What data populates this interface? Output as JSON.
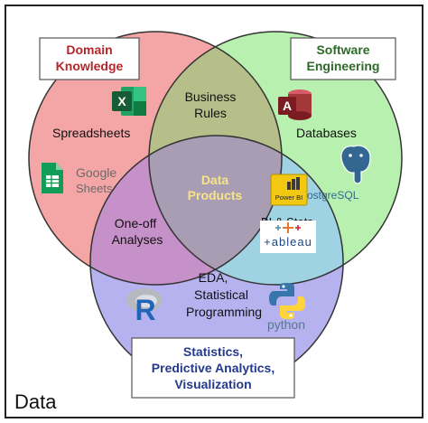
{
  "frame_label": "Data",
  "circles": {
    "domain": {
      "title_line1": "Domain",
      "title_line2": "Knowledge",
      "fill": "#f4a6a6",
      "title_color": "#b3262a"
    },
    "software": {
      "title_line1": "Software",
      "title_line2": "Engineering",
      "fill": "#b8f0b0",
      "title_color": "#2e6a2a"
    },
    "stats": {
      "title_line1": "Statistics,",
      "title_line2": "Predictive Analytics,",
      "title_line3": "Visualization",
      "fill": "#b6b2ef",
      "title_color": "#243a8a"
    }
  },
  "overlaps": {
    "domain_software": {
      "line1": "Business",
      "line2": "Rules",
      "fill": "#b6bf8a"
    },
    "domain_stats": {
      "line1": "One-off",
      "line2": "Analyses",
      "fill": "#c690c9"
    },
    "software_stats": {
      "line1": "BI & Stats",
      "fill": "#9fd3e4"
    },
    "center": {
      "line1": "Data",
      "line2": "Products",
      "fill": "#a89db2",
      "text_color": "#f7e48a"
    }
  },
  "regions": {
    "domain_only": {
      "tool1": "Spreadsheets",
      "tool2_line1": "Google",
      "tool2_line2": "Sheets"
    },
    "software_only": {
      "tool1": "Databases",
      "tool2_a": "Postgre",
      "tool2_b": "SQL"
    },
    "stats_only": {
      "line1": "EDA,",
      "line2": "Statistical",
      "line3": "Programming",
      "tool_python": "python",
      "tool_r": "R"
    }
  },
  "logos": {
    "excel_letter": "X",
    "access_letter": "A",
    "powerbi_text": "Power BI",
    "tableau_text": "+ableau"
  },
  "icons": [
    "excel-icon",
    "google-sheets-icon",
    "access-icon",
    "postgresql-icon",
    "power-bi-icon",
    "tableau-icon",
    "r-icon",
    "python-icon"
  ],
  "colors": {
    "outline": "#333333",
    "text": "#111111"
  }
}
